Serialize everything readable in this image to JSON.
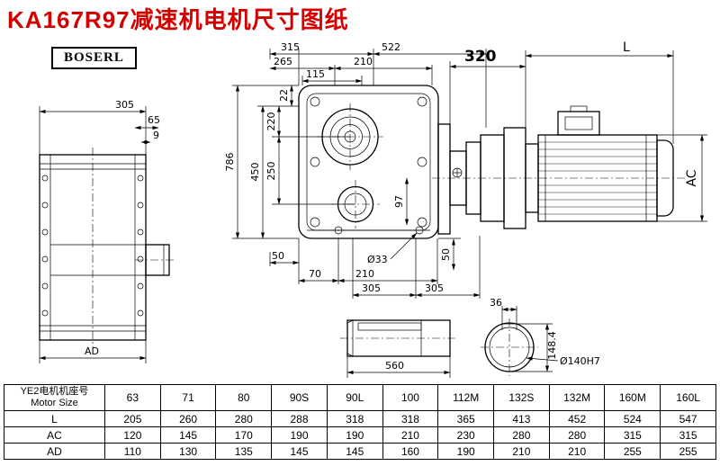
{
  "title": "KA167R97减速机电机尺寸图纸",
  "brand": "BOSERL",
  "colors": {
    "title": "#d40000",
    "line": "#000000",
    "background": "#ffffff"
  },
  "dims": {
    "front_315": "315",
    "front_522": "522",
    "front_265": "265",
    "front_210_top": "210",
    "front_115": "115",
    "front_22": "22",
    "front_220": "220",
    "front_250": "250",
    "front_450": "450",
    "front_786": "786",
    "front_97": "97",
    "front_50_left": "50",
    "front_70": "70",
    "front_210_bottom": "210",
    "front_o33": "Ø33",
    "front_50_right": "50",
    "front_305_a": "305",
    "front_305_b": "305",
    "motor_320": "320",
    "motor_L": "L",
    "motor_AC": "AC",
    "side_305": "305",
    "side_65": "65",
    "side_9": "9",
    "side_AD": "AD",
    "shaft_560": "560",
    "end_36": "36",
    "end_148_4": "148.4",
    "end_o140h7": "Ø140H7"
  },
  "table": {
    "size_label_cn": "YE2电机机座号",
    "size_label_en": "Motor Size",
    "columns": [
      "63",
      "71",
      "80",
      "90S",
      "90L",
      "100",
      "112M",
      "132S",
      "132M",
      "160M",
      "160L"
    ],
    "rows": [
      {
        "label": "L",
        "values": [
          "205",
          "260",
          "280",
          "288",
          "318",
          "318",
          "365",
          "413",
          "452",
          "524",
          "547"
        ]
      },
      {
        "label": "AC",
        "values": [
          "120",
          "145",
          "170",
          "190",
          "190",
          "210",
          "230",
          "280",
          "280",
          "315",
          "315"
        ]
      },
      {
        "label": "AD",
        "values": [
          "110",
          "130",
          "135",
          "145",
          "145",
          "160",
          "190",
          "210",
          "210",
          "255",
          "255"
        ]
      }
    ]
  }
}
